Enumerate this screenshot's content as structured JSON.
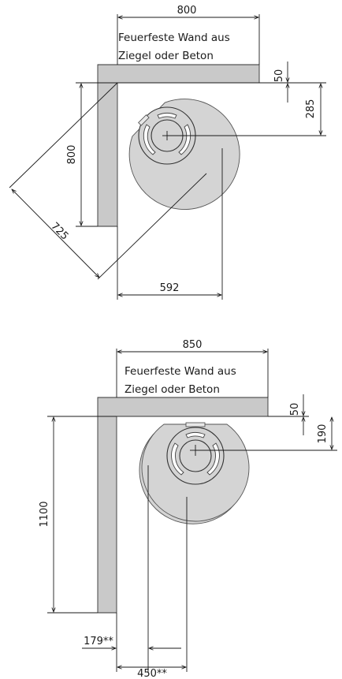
{
  "top_diagram": {
    "wall_label_line1": "Feuerfeste Wand aus",
    "wall_label_line2": "Ziegel oder Beton",
    "dim_width": "800",
    "dim_wall_thickness": "50",
    "dim_offset": "285",
    "dim_height": "800",
    "dim_diagonal": "725",
    "dim_bottom": "592"
  },
  "bottom_diagram": {
    "wall_label_line1": "Feuerfeste Wand aus",
    "wall_label_line2": "Ziegel oder Beton",
    "dim_width": "850",
    "dim_wall_thickness": "50",
    "dim_offset": "190",
    "dim_height": "1100",
    "dim_side_clearance": "179**",
    "dim_bottom": "450**"
  },
  "colors": {
    "wall_fill": "#c9c9c9",
    "stove_fill": "#d4d4d4",
    "line": "#1a1a1a"
  }
}
